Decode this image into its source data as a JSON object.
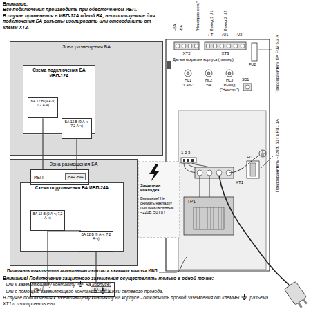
{
  "diagram": {
    "nodes": [
      {
        "text": [
          "Зона размещения БА"
        ]
      },
      {
        "text": [
          "Схема подключения БА ИБП-12А"
        ],
        "in": 0
      },
      {
        "text": [
          "БА 12 В (9 А·ч; 7,2 А·ч)"
        ],
        "in": 1
      },
      {
        "text": [
          "БА 12 В (9 А·ч; 7,2 А·ч)"
        ],
        "in": 1
      },
      {
        "text": [
          "ИБП",
          "-БА+ -БА+"
        ],
        "in": 1
      },
      {
        "text": [
          "Зона размещения БА"
        ]
      },
      {
        "text": [
          "Схема подключения БА ИБП-24А"
        ],
        "in": 5
      },
      {
        "text": [
          "БА 12 В (9 А·ч; 7,2 А·ч)"
        ],
        "in": 6
      },
      {
        "text": [
          "БА 12 В (9 А·ч; 7,2 А·ч)"
        ],
        "in": 6
      },
      {
        "text": [
          "ИБП",
          "-БА+ -БА+"
        ],
        "in": 6
      }
    ],
    "edges": [
      {
        "from": 2,
        "to": 4,
        "arrow": "none"
      },
      {
        "from": 3,
        "to": 4,
        "arrow": "none"
      },
      {
        "from": 7,
        "to": 8,
        "arrow": "none"
      },
      {
        "from": 7,
        "to": 9,
        "arrow": "none"
      },
      {
        "from": 8,
        "to": 9,
        "arrow": "none"
      }
    ],
    "labels": [
      "Внимание:",
      "Все подключения производить при обесточенном ИБП.",
      "В случае применения в ИБП-12А одной БА, неиспользуемые для подключения БА разъемы изолировать или отсоединить от клемм ХТ2.",
      "+БА",
      "-БА",
      "\"Неисправность\"",
      "Выход 1 U1",
      "Выход 2 U2",
      "+ Т -",
      "+U1-",
      "+U2-",
      "XT2",
      "XT3",
      "Датчик вскрытия корпуса (тампер)",
      "HL1",
      "HL2",
      "HL3",
      "\"Сеть\"",
      "\"БА\"",
      "\"Выход\"",
      "(\"Неиспр.\")",
      "SB1",
      "FU2",
      "Предохранитель БА FU2 6,3 А",
      "Предохранитель ~220В, 50 Гц FU1 1А",
      "1 2 3",
      "FU",
      "XT1",
      "ТР1",
      "Защитная накладка",
      "Внимание! Не снимать накладку при подключенном ~220В, 50 Гц !",
      "Проводник подключения заземляющего контакта к крышке корпуса ИБП",
      "Внимание! Подключение защитного заземления осуществлять только в одной точке:",
      "- или к заземляющему контакту",
      "на корпусе;",
      "- или с помощью заземляющего контакта",
      "вилки сетевого провода.",
      "В случае подключения к заземляющему контакту на корпусе - отключить провод заземления от клеммы",
      "разъема XT1 и изолировать его."
    ]
  }
}
